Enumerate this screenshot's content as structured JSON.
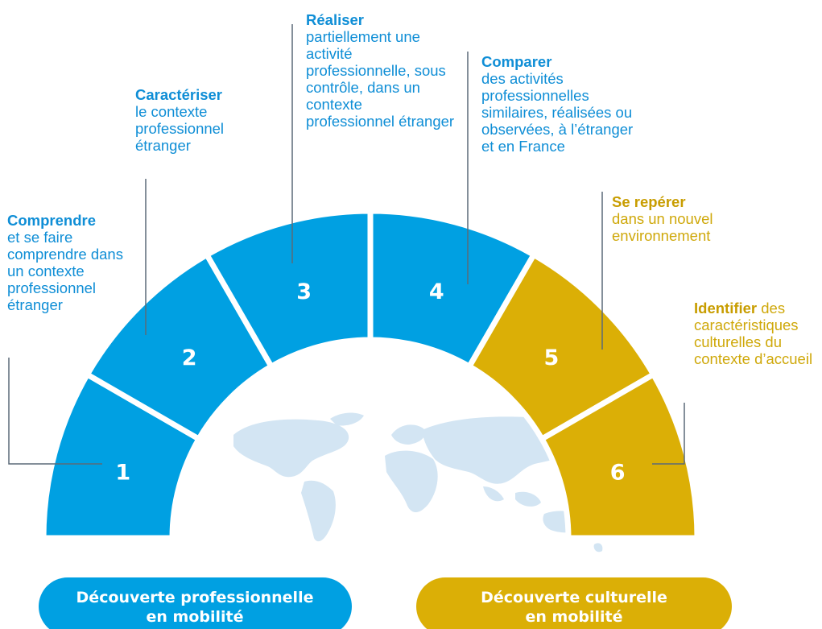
{
  "colors": {
    "professional": "#00a0e2",
    "cultural": "#dbaf06",
    "map": "#d3e5f3",
    "connector": "#5b6a78",
    "label_blue": "#0f8ed6",
    "label_gold": "#cfa80a"
  },
  "segments": [
    {
      "number": "1",
      "group": "professional",
      "head": "Comprendre",
      "text": "et se faire comprendre dans un contexte professionnel étranger"
    },
    {
      "number": "2",
      "group": "professional",
      "head": "Caractériser",
      "text": "le contexte professionnel étranger"
    },
    {
      "number": "3",
      "group": "professional",
      "head": "Réaliser",
      "text": "partiellement une activité professionnelle, sous contrôle, dans un contexte professionnel étranger"
    },
    {
      "number": "4",
      "group": "professional",
      "head": "Comparer",
      "text": "des activités professionnelles similaires, réalisées ou observées, à l’étranger et en France"
    },
    {
      "number": "5",
      "group": "cultural",
      "head": "Se repérer",
      "text": "dans un nouvel environnement"
    },
    {
      "number": "6",
      "group": "cultural",
      "head": "Identifier",
      "text": "des caractéristiques culturelles du contexte d’accueil"
    }
  ],
  "pills": {
    "professional": {
      "line1": "Découverte professionnelle",
      "line2": "en mobilité"
    },
    "cultural": {
      "line1": "Découverte culturelle",
      "line2": "en mobilité"
    }
  },
  "map_icon": "world-map-icon"
}
